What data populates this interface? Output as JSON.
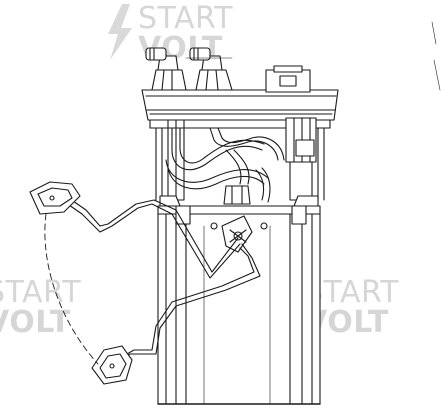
{
  "watermarks": [
    {
      "word1": "START",
      "word2": "VOLT"
    },
    {
      "word1": "START",
      "word2": "VOLT"
    },
    {
      "word1": "START",
      "word2": "VOLT"
    }
  ],
  "drawing": {
    "subject": "fuel-pump-module",
    "line_color": "#1a1a1a",
    "watermark_color": "#d6d6d6"
  }
}
